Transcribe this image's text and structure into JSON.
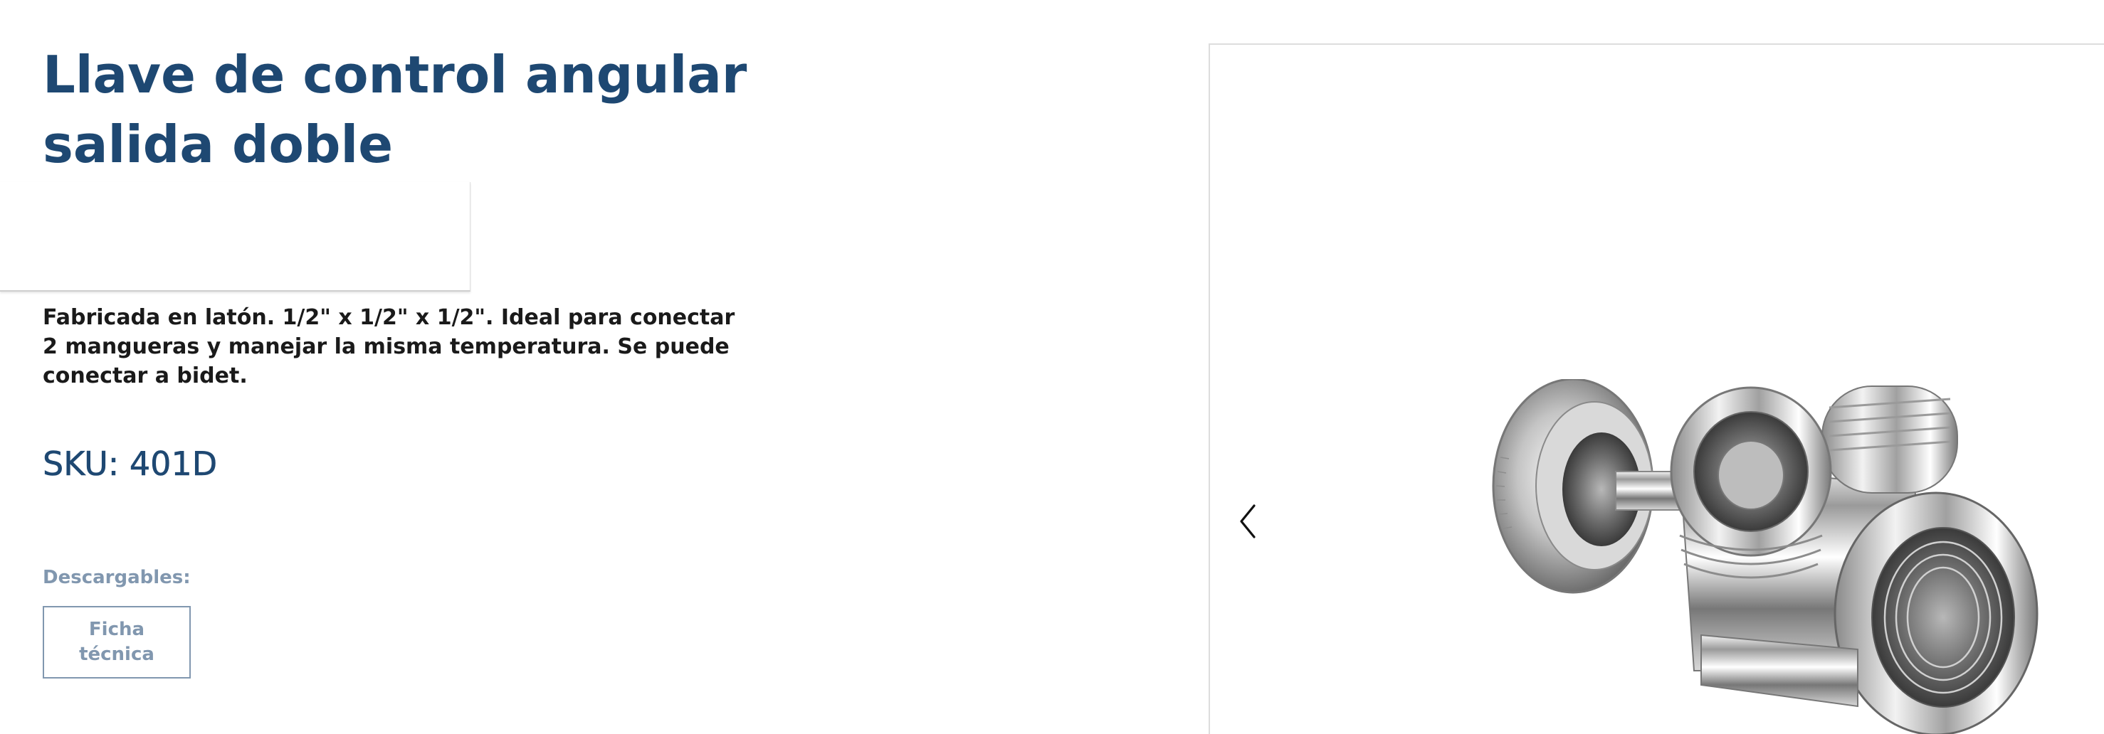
{
  "product": {
    "title": "Llave de control angular salida doble",
    "description": "Fabricada en latón. 1/2\" x 1/2\" x 1/2\". Ideal para conectar 2 mangueras y manejar la misma temperatura. Se puede conectar a bidet.",
    "sku": "SKU: 401D"
  },
  "downloads": {
    "label": "Descargables:",
    "ficha_button": "Ficha técnica"
  },
  "gallery": {
    "prev_icon": "chevron-left-icon",
    "image_subject": "chrome-angle-valve-double-outlet"
  },
  "colors": {
    "title": "#1e4872",
    "muted": "#8197af",
    "text": "#1a1a1a"
  }
}
